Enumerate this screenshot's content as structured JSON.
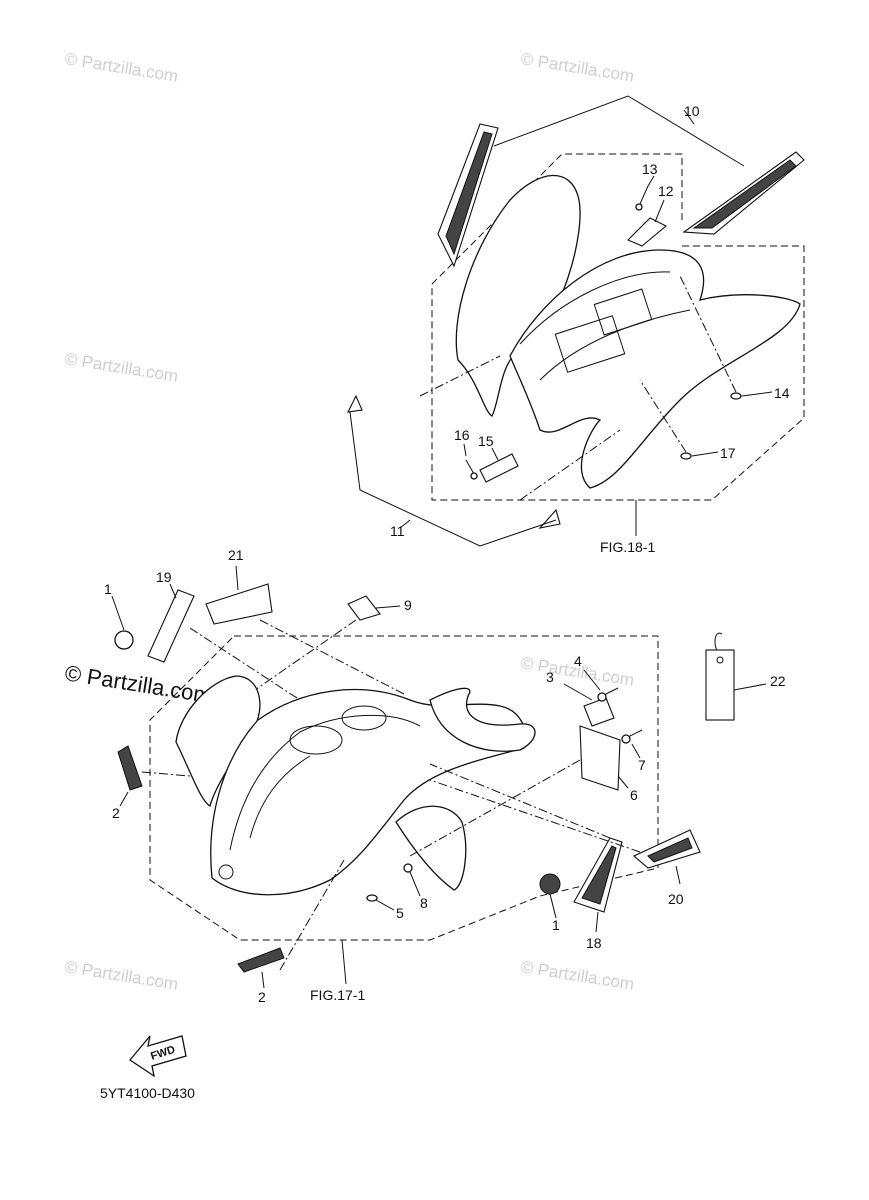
{
  "watermark": {
    "text": "© Partzilla.com",
    "color": "#cfcfcf"
  },
  "callouts": [
    {
      "id": "c1a",
      "text": "1"
    },
    {
      "id": "c1b",
      "text": "1"
    },
    {
      "id": "c2a",
      "text": "2"
    },
    {
      "id": "c2b",
      "text": "2"
    },
    {
      "id": "c3",
      "text": "3"
    },
    {
      "id": "c4",
      "text": "4"
    },
    {
      "id": "c5",
      "text": "5"
    },
    {
      "id": "c6",
      "text": "6"
    },
    {
      "id": "c7",
      "text": "7"
    },
    {
      "id": "c8",
      "text": "8"
    },
    {
      "id": "c9",
      "text": "9"
    },
    {
      "id": "c10",
      "text": "10"
    },
    {
      "id": "c11",
      "text": "11"
    },
    {
      "id": "c12",
      "text": "12"
    },
    {
      "id": "c13",
      "text": "13"
    },
    {
      "id": "c14",
      "text": "14"
    },
    {
      "id": "c15",
      "text": "15"
    },
    {
      "id": "c16",
      "text": "16"
    },
    {
      "id": "c17",
      "text": "17"
    },
    {
      "id": "c18",
      "text": "18"
    },
    {
      "id": "c19",
      "text": "19"
    },
    {
      "id": "c20",
      "text": "20"
    },
    {
      "id": "c21",
      "text": "21"
    },
    {
      "id": "c22",
      "text": "22"
    }
  ],
  "figure_refs": {
    "rear": "FIG.18-1",
    "front": "FIG.17-1"
  },
  "fwd_label": "FWD",
  "diagram_code": "5YT4100-D430"
}
